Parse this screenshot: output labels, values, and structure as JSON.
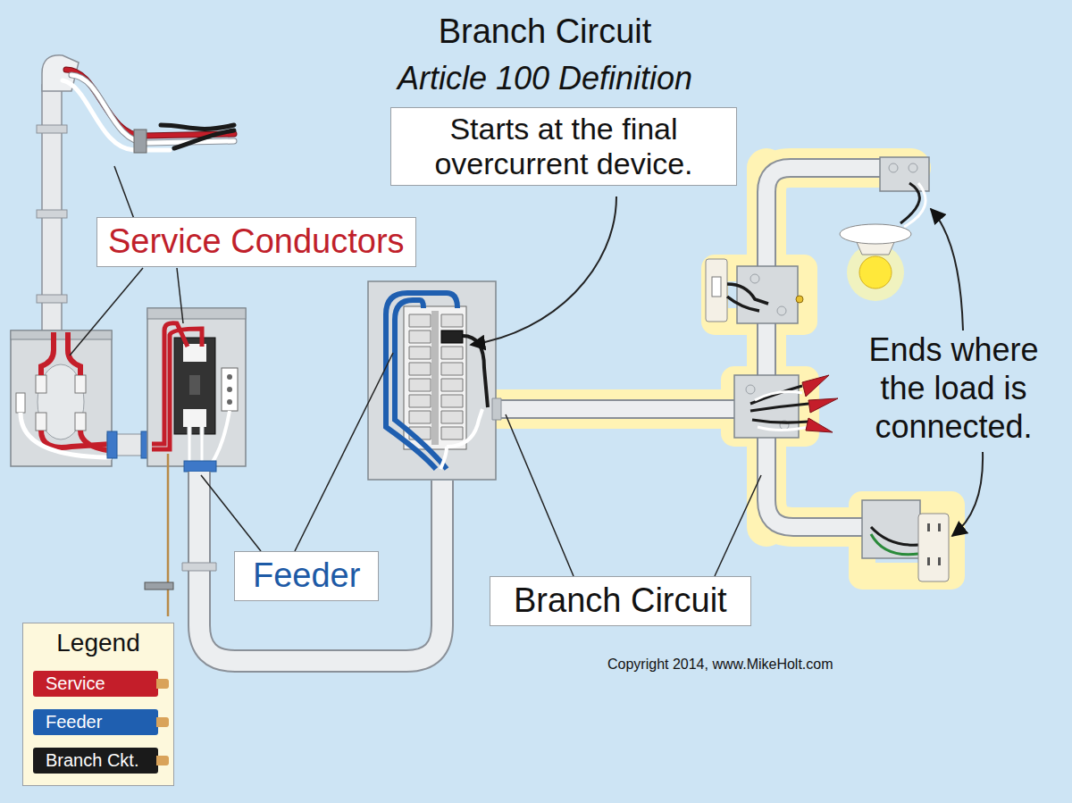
{
  "diagram": {
    "title": "Branch Circuit",
    "nodes": [
      {
        "text": [
          "Starts at the final overcurrent device."
        ]
      },
      {
        "text": [
          "Service Conductors"
        ]
      },
      {
        "text": [
          "Feeder"
        ]
      },
      {
        "text": [
          "Branch Circuit"
        ]
      }
    ],
    "labels": [
      "Article 100 Definition",
      "Ends where the load is connected.",
      "Legend",
      "Copyright 2014, www.MikeHolt.com"
    ],
    "legend": [
      {
        "text": "Service",
        "color": "#c41e2a"
      },
      {
        "text": "Feeder",
        "color": "#1f5fb0"
      },
      {
        "text": "Branch Ckt.",
        "color": "#1a1a1a"
      }
    ]
  }
}
